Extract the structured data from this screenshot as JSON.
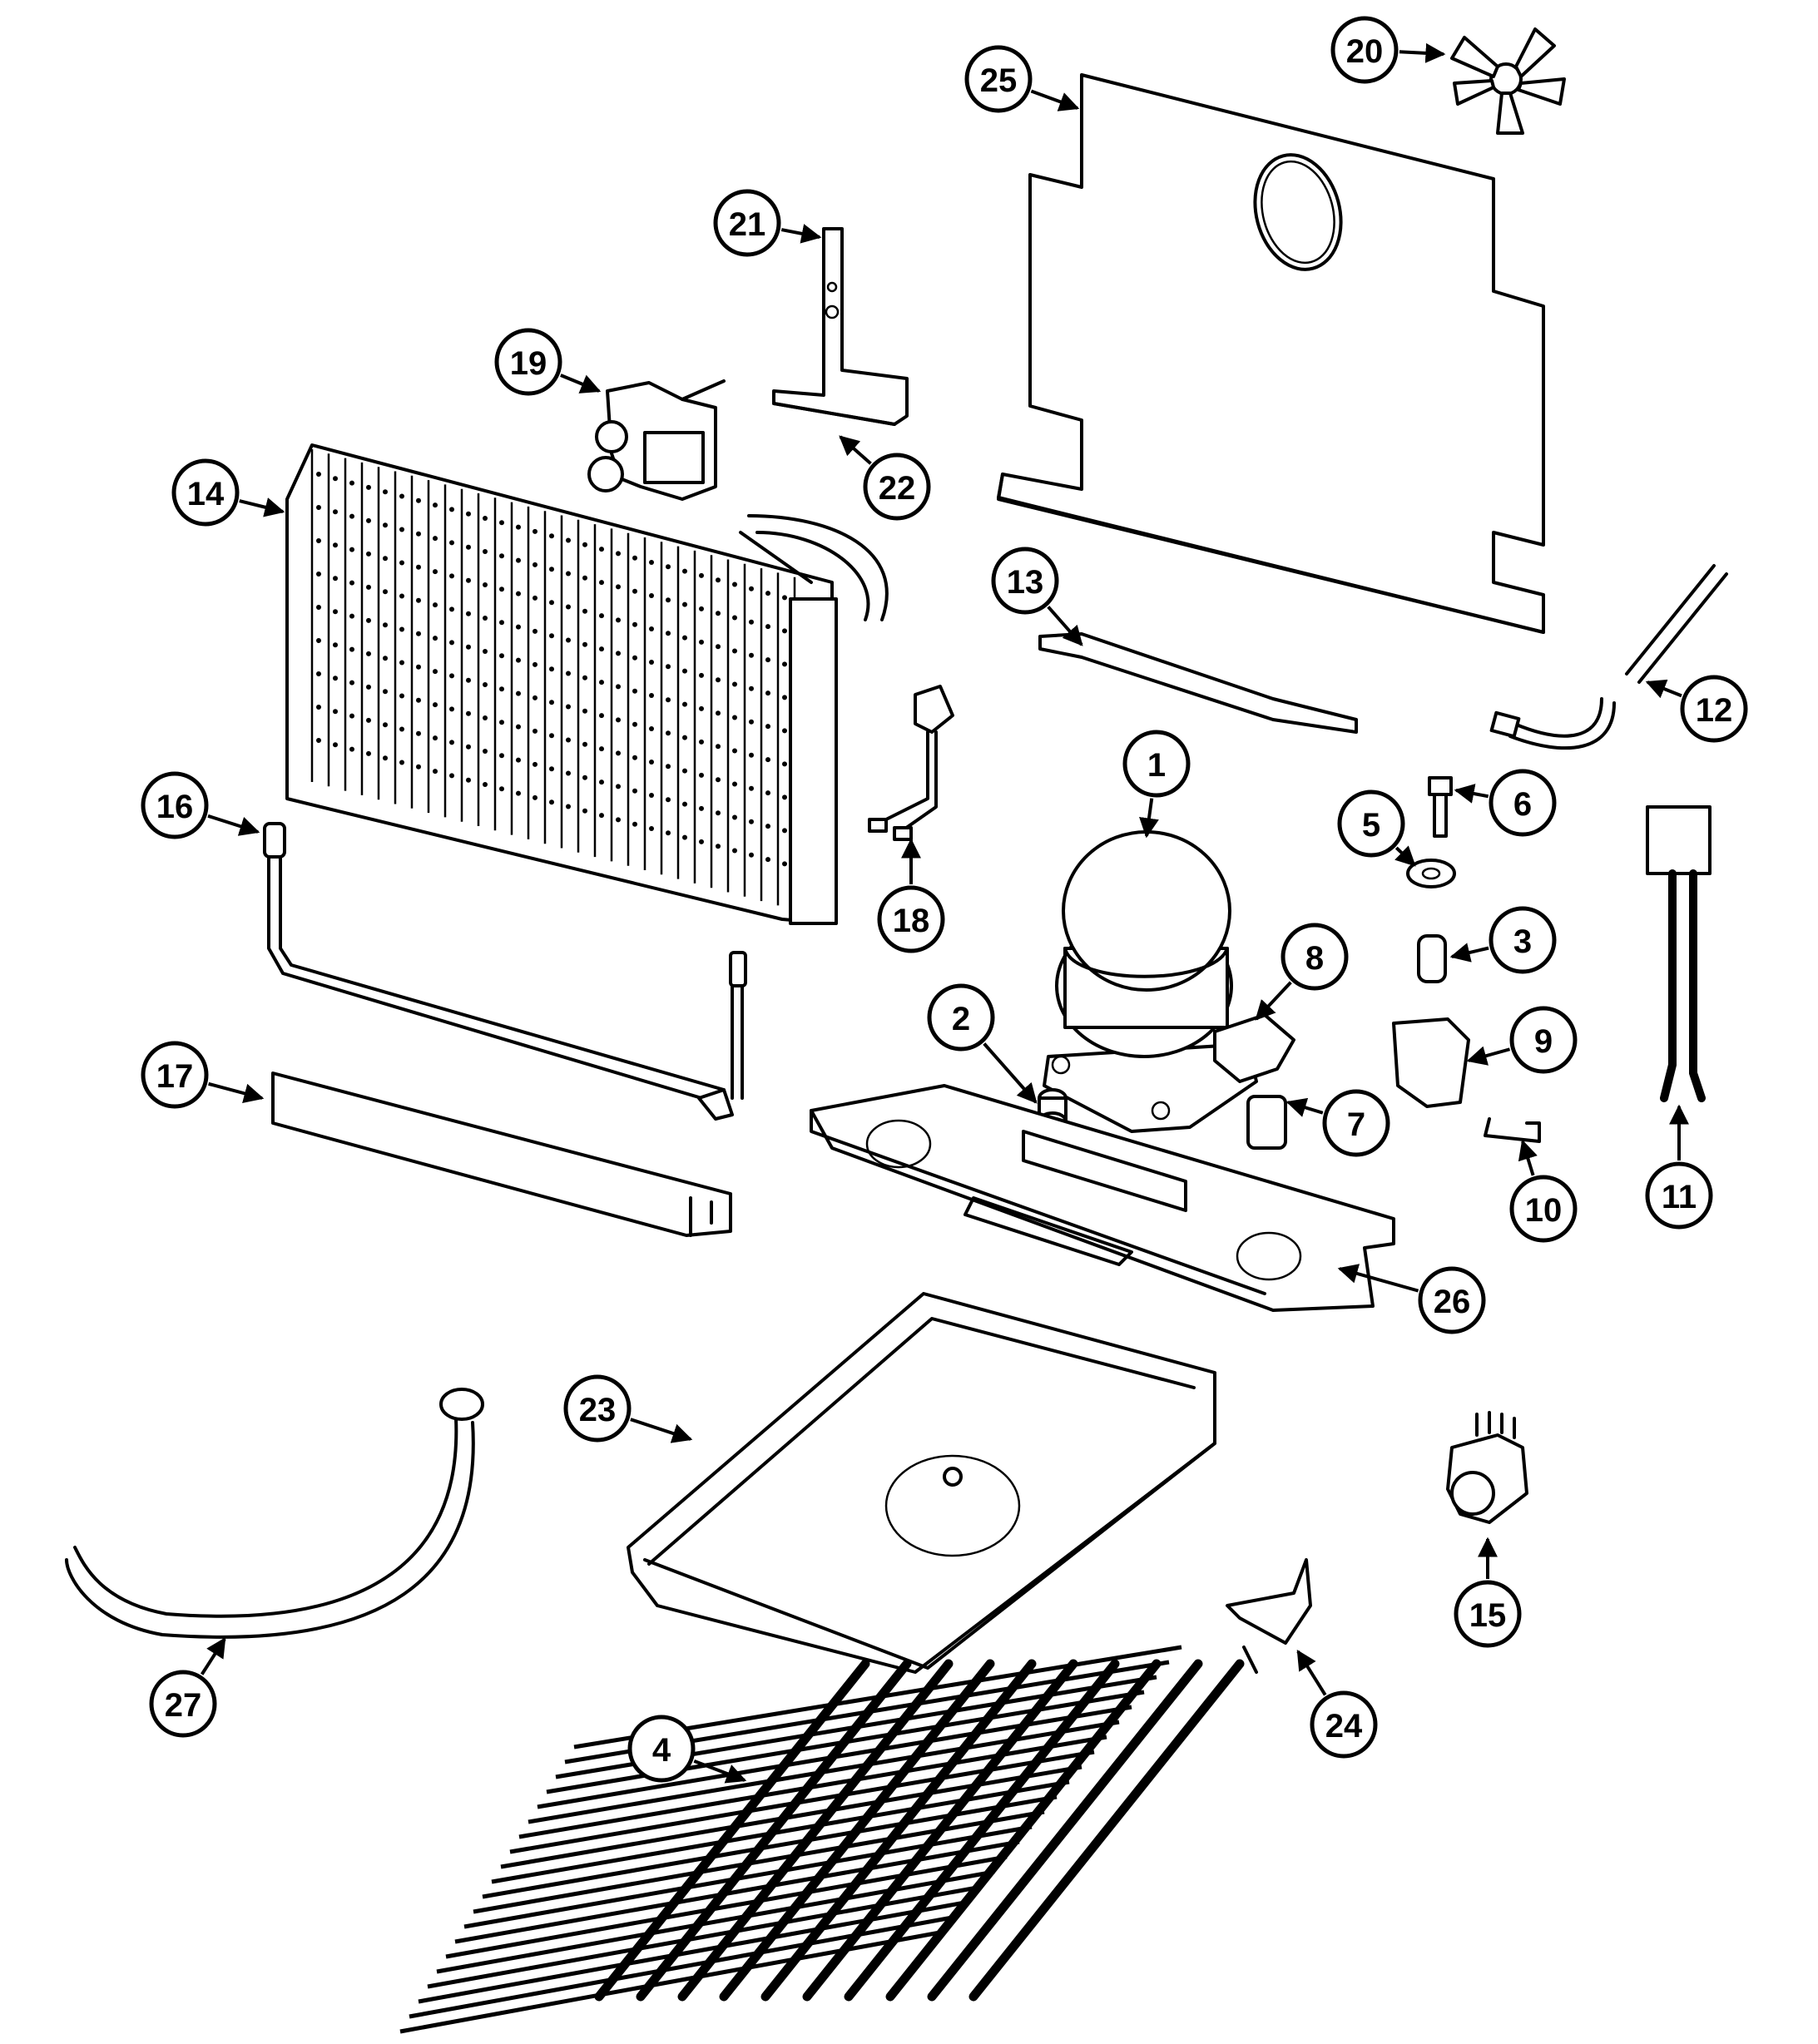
{
  "callouts": {
    "1": "1",
    "2": "2",
    "3": "3",
    "4": "4",
    "5": "5",
    "6": "6",
    "7": "7",
    "8": "8",
    "9": "9",
    "10": "10",
    "11": "11",
    "12": "12",
    "13": "13",
    "14": "14",
    "15": "15",
    "16": "16",
    "17": "17",
    "18": "18",
    "19": "19",
    "20": "20",
    "21": "21",
    "22": "22",
    "23": "23",
    "24": "24",
    "25": "25",
    "26": "26",
    "27": "27"
  },
  "colors": {
    "line": "#000000",
    "background": "#ffffff"
  }
}
